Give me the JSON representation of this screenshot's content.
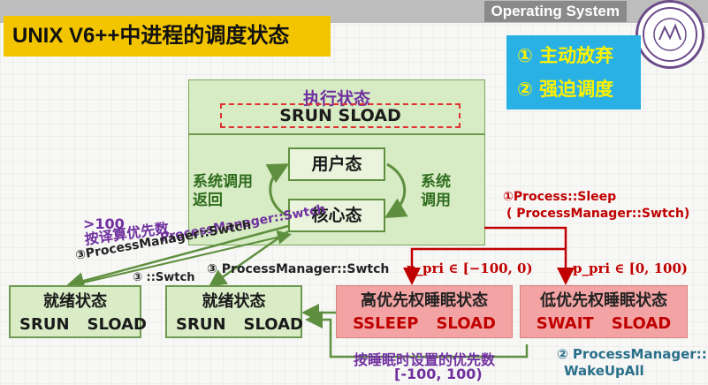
{
  "header": {
    "title": "UNIX V6++中进程的调度状态",
    "course_label": "Operating System"
  },
  "legend": {
    "items": [
      "① 主动放弃",
      "② 强迫调度"
    ]
  },
  "exec_state": {
    "title": "执行状态",
    "flags": "SRUN  SLOAD",
    "user_mode": "用户态",
    "kernel_mode": "核心态",
    "syscall_return": [
      "系统调用",
      "返回"
    ],
    "syscall": [
      "系统",
      "调用"
    ]
  },
  "states": {
    "ready1": {
      "name": "就绪状态",
      "flag1": "SRUN",
      "flag2": "SLOAD"
    },
    "ready2": {
      "name": "就绪状态",
      "flag1": "SRUN",
      "flag2": "SLOAD"
    },
    "high_sleep": {
      "name": "高优先权睡眠状态",
      "flag1": "SSLEEP",
      "flag2": "SLOAD"
    },
    "low_sleep": {
      "name": "低优先权睡眠状态",
      "flag1": "SWAIT",
      "flag2": "SLOAD"
    }
  },
  "annotations": {
    "over100": ">100",
    "recompute": "按译算优先数",
    "swtch_diag": "ProcessManager::Swtch",
    "circle3_swtch_long": "③ProcessManager::Swtch",
    "circle3_short": "③ ::Swtch",
    "circle3_swtch_mid": "③ ProcessManager::Swtch",
    "sleep_call": "①Process::Sleep",
    "sleep_call_sub": "( ProcessManager::Swtch)",
    "p_pri_high": "p_pri ∈ [−100, 0)",
    "p_pri_low": "p_pri ∈ [0, 100)",
    "wakeup": "② ProcessManager::",
    "wakeup2": "WakeUpAll",
    "set_priority": "按睡眠时设置的优先数",
    "set_priority_range": "[-100, 100)"
  },
  "colors": {
    "title_bg": "#f2c500",
    "legend_bg": "#29b1e6",
    "legend_text": "#fff200",
    "green_box": "#d7ebc4",
    "red_box": "#f3a3a3",
    "arrow_red": "#c00000",
    "arrow_green": "#5e8f3e",
    "label_purple": "#7030a0"
  }
}
